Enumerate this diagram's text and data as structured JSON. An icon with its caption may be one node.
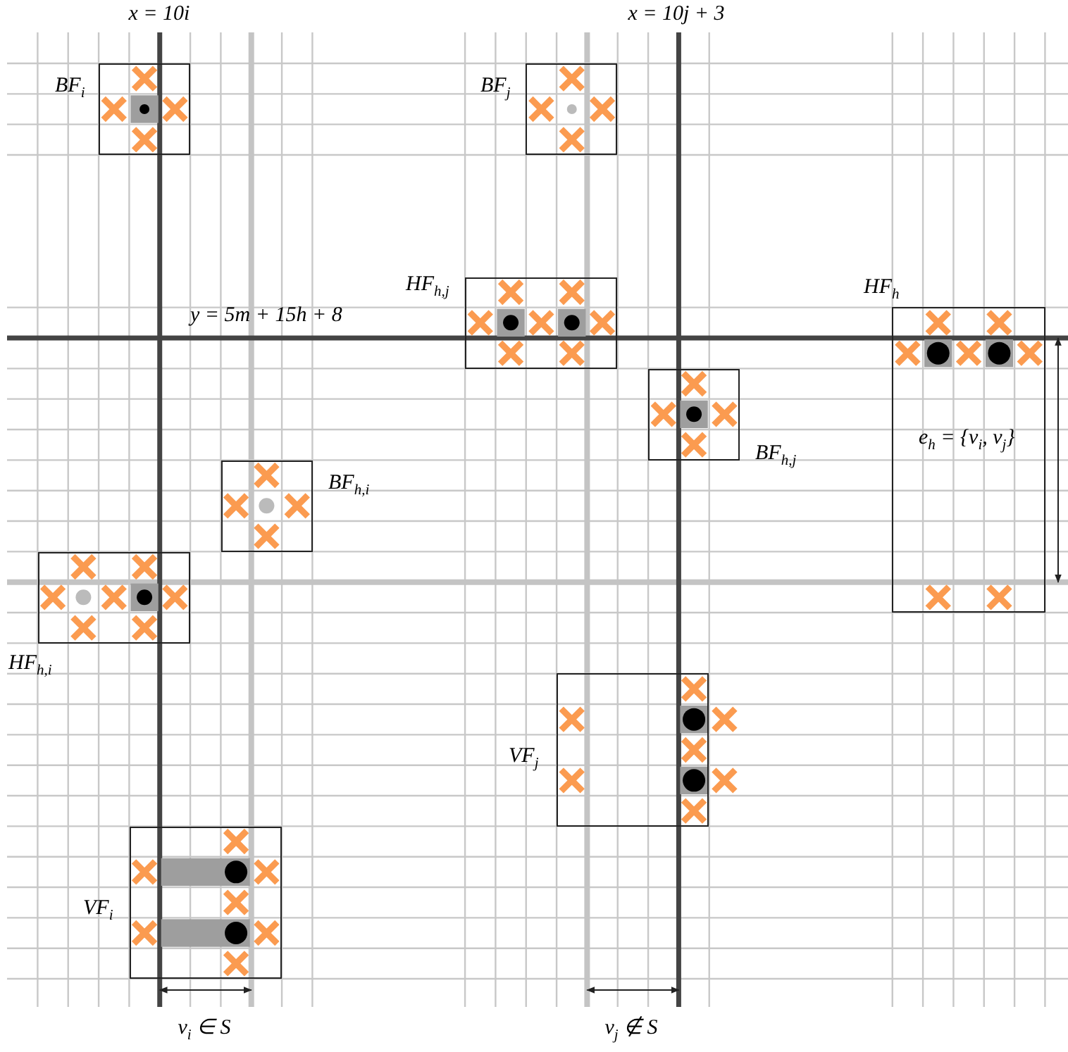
{
  "diagram": {
    "nodes": [
      {
        "text": [
          "*BF*$_{i}$"
        ]
      },
      {
        "text": [
          "*BF*$_{j}$"
        ]
      },
      {
        "text": [
          "*HF*$_{h,j}$"
        ]
      },
      {
        "text": [
          "*HF*$_{h}$"
        ]
      },
      {
        "text": [
          "*BF*$_{h,j}$"
        ]
      },
      {
        "text": [
          "*BF*$_{h,i}$"
        ]
      },
      {
        "text": [
          "*HF*$_{h,i}$"
        ]
      },
      {
        "text": [
          "*VF*$_{j}$"
        ]
      },
      {
        "text": [
          "*VF*$_{i}$"
        ]
      }
    ],
    "edges": [],
    "labels": [
      "x = 10i",
      "x = 10j + 3",
      "y = 5m + 15h + 8",
      "e$_{h}$ = {v$_{i}$, v$_{j}$}",
      "v$_{i}$ ∈ S",
      "v$_{j}$ ∉ S"
    ]
  }
}
